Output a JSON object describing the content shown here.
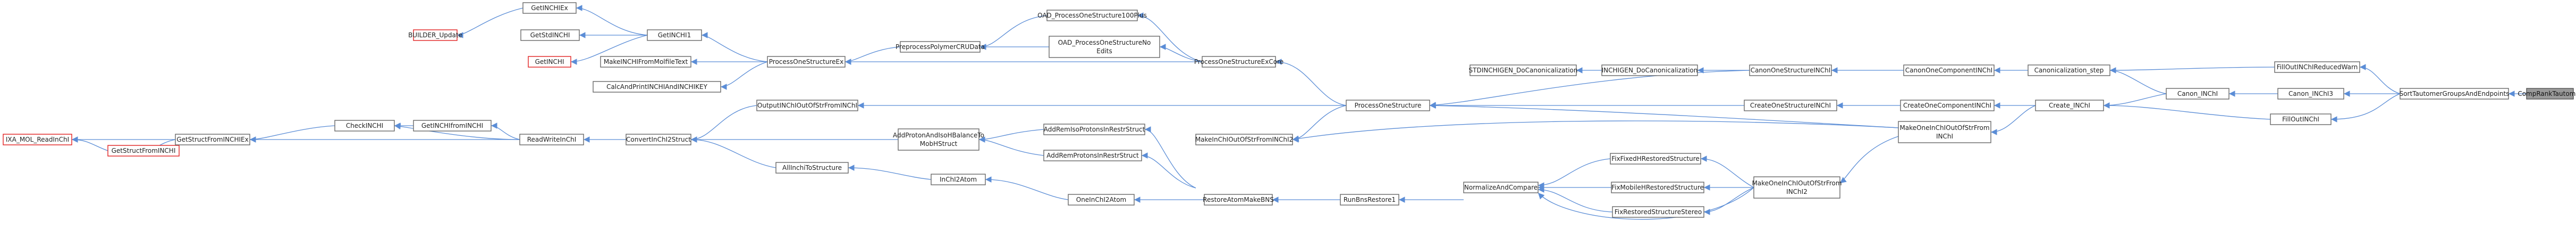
{
  "nodes": {
    "n_ixa": "IXA_MOL_ReadInChI",
    "n_getstructfrominchi": "GetStructFromINCHI",
    "n_getstructfrominchiex": "GetStructFromINCHIEx",
    "n_checkinchi": "CheckINCHI",
    "n_getinchifrominchi": "GetINCHIfromINCHI",
    "n_readwriteinchi": "ReadWriteInChI",
    "n_builder": "BUILDER_Update",
    "n_getinchiex": "GetINCHIEx",
    "n_getstdinchi": "GetStdINCHI",
    "n_getinchi": "GetINCHI",
    "n_getinchi1": "GetINCHI1",
    "n_makeinchifrommolfile": "MakeINCHIFromMolfileText",
    "n_calcandprint": "CalcAndPrintINCHIAndINCHIKEY",
    "n_processonestructureex": "ProcessOneStructureEx",
    "n_preprocess": "PreprocessPolymerCRUData",
    "n_oad100": "OAD_ProcessOneStructure100Plus",
    "n_oadnoedits_1": "OAD_ProcessOneStructureNo",
    "n_oadnoedits_2": "Edits",
    "n_processonestructureexcore": "ProcessOneStructureExCore",
    "n_outputinchi": "OutputINChIOutOfStrFromINChI",
    "n_convertinchi2struct": "ConvertInChI2Struct",
    "n_allinchi": "AllInchiToStructure",
    "n_addproton_1": "AddProtonAndIsoHBalanceTo",
    "n_addproton_2": "MobHStruct",
    "n_addremisorestr": "AddRemIsoProtonsInRestrStruct",
    "n_addremrestr": "AddRemProtonsInRestrStruct",
    "n_inchi2atom": "InChI2Atom",
    "n_oneinchi2atom": "OneInChI2Atom",
    "n_makeinchioutofstr2": "MakeInChIOutOfStrFromINChI2",
    "n_processonestructure": "ProcessOneStructure",
    "n_restoreatommake": "RestoreAtomMakeBNS",
    "n_runbnsrestore1": "RunBnsRestore1",
    "n_normalizeandcompare": "NormalizeAndCompare",
    "n_fixfixed": "FixFixedHRestoredStructure",
    "n_fixmobile": "FixMobileHRestoredStructure",
    "n_fixrestoredstereo": "FixRestoredStructureStereo",
    "n_makeoneinchi2_1": "MakeOneInChIOutOfStrFrom",
    "n_makeoneinchi2_2": "INChI2",
    "n_makeoneinchi_1": "MakeOneInChIOutOfStrFrom",
    "n_makeoneinchi_2": "INChI",
    "n_stdinchigen": "STDINCHIGEN_DoCanonicalization",
    "n_inchigen": "INCHIGEN_DoCanonicalization",
    "n_canononestructure": "CanonOneStructureINChI",
    "n_canononecomponent": "CanonOneComponentINChI",
    "n_createonestructure": "CreateOneStructureINChI",
    "n_createonecomponent": "CreateOneComponentINChI",
    "n_canonstep": "Canonicalization_step",
    "n_createinchi": "Create_INChI",
    "n_canoninchi": "Canon_INChI",
    "n_canoninchi3": "Canon_INChI3",
    "n_filloutreduced": "FillOutINChIReducedWarn",
    "n_filloutinchi": "FillOutINChI",
    "n_sorttautomer": "SortTautomerGroupsAndEndpoints",
    "n_compranktautomer": "CompRankTautomer"
  },
  "colors": {
    "edge": "#5b8dd6",
    "node_border": "#666666",
    "node_border_red": "#e02020",
    "focus_fill": "#9a9a9a"
  }
}
